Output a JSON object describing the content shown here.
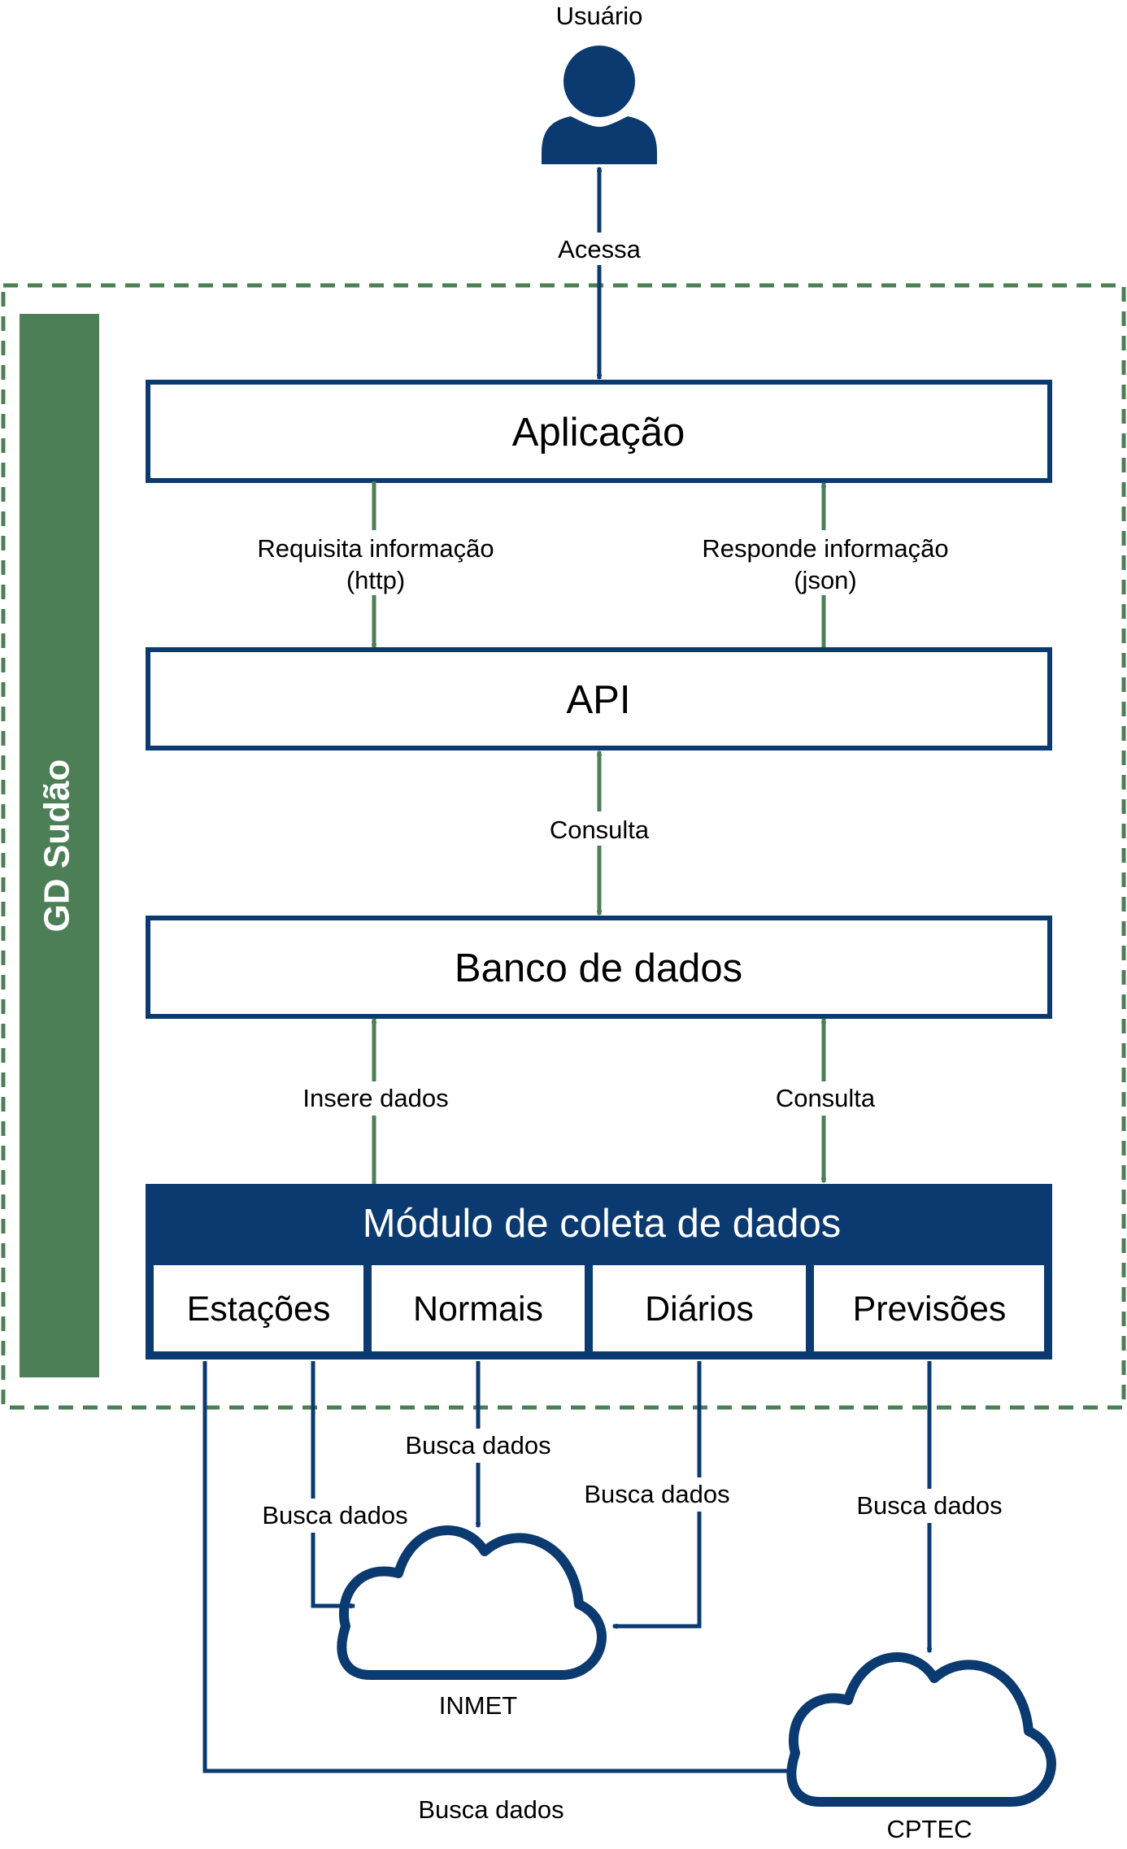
{
  "colors": {
    "navy": "#0b3a70",
    "green": "#4c7f55",
    "white": "#ffffff",
    "text": "#000000"
  },
  "user": {
    "label": "Usuário",
    "icon": "user-icon"
  },
  "group": {
    "label": "GD Sudão"
  },
  "boxes": {
    "app": "Aplicação",
    "api": "API",
    "db": "Banco de dados"
  },
  "module": {
    "title": "Módulo de coleta de dados",
    "items": [
      "Estações",
      "Normais",
      "Diários",
      "Previsões"
    ]
  },
  "clouds": {
    "inmet": "INMET",
    "cptec": "CPTEC",
    "icon": "cloud-icon"
  },
  "edges": {
    "acessa": "Acessa",
    "requisita": [
      "Requisita informação",
      "(http)"
    ],
    "responde": [
      "Responde informação",
      "(json)"
    ],
    "consulta_api_db": "Consulta",
    "insere": "Insere dados",
    "consulta_mod_db": "Consulta",
    "busca_estacoes_inmet": "Busca dados",
    "busca_normais_inmet": "Busca dados",
    "busca_diarios_inmet": "Busca dados",
    "busca_previsoes_cptec": "Busca dados",
    "busca_estacoes_cptec": "Busca dados"
  }
}
